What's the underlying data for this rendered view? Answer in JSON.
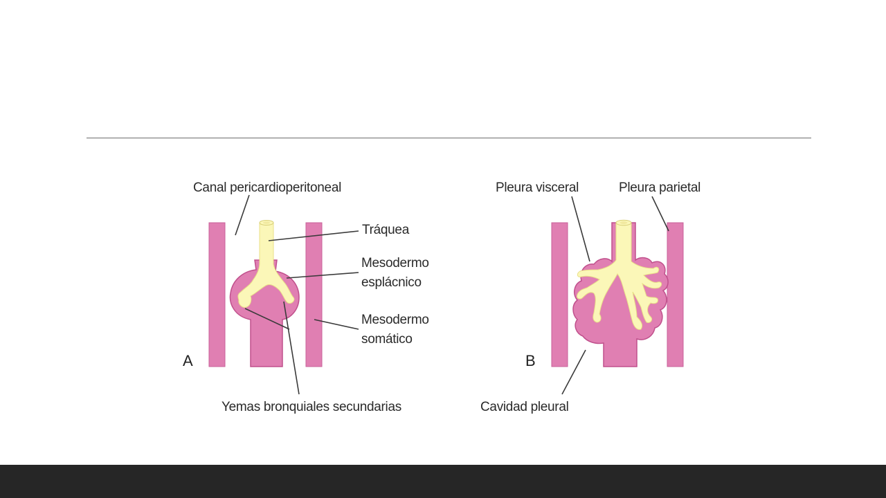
{
  "slide": {
    "header_title": "",
    "footer": ""
  },
  "figure": {
    "panel_a": {
      "letter": "A",
      "labels": {
        "canal": "Canal pericardioperitoneal",
        "traquea": "Tráquea",
        "mesodermo_esplacnico_1": "Mesodermo",
        "mesodermo_esplacnico_2": "esplácnico",
        "mesodermo_somatico_1": "Mesodermo",
        "mesodermo_somatico_2": "somático",
        "yemas": "Yemas bronquiales secundarias"
      }
    },
    "panel_b": {
      "letter": "B",
      "labels": {
        "pleura_visceral": "Pleura visceral",
        "pleura_parietal": "Pleura parietal",
        "cavidad_pleural": "Cavidad pleural"
      }
    }
  },
  "colors": {
    "mesoderm": "#e07fb2",
    "endoderm": "#fbf7b8",
    "footer_bar": "#262626",
    "divider": "#6b6b6b"
  }
}
